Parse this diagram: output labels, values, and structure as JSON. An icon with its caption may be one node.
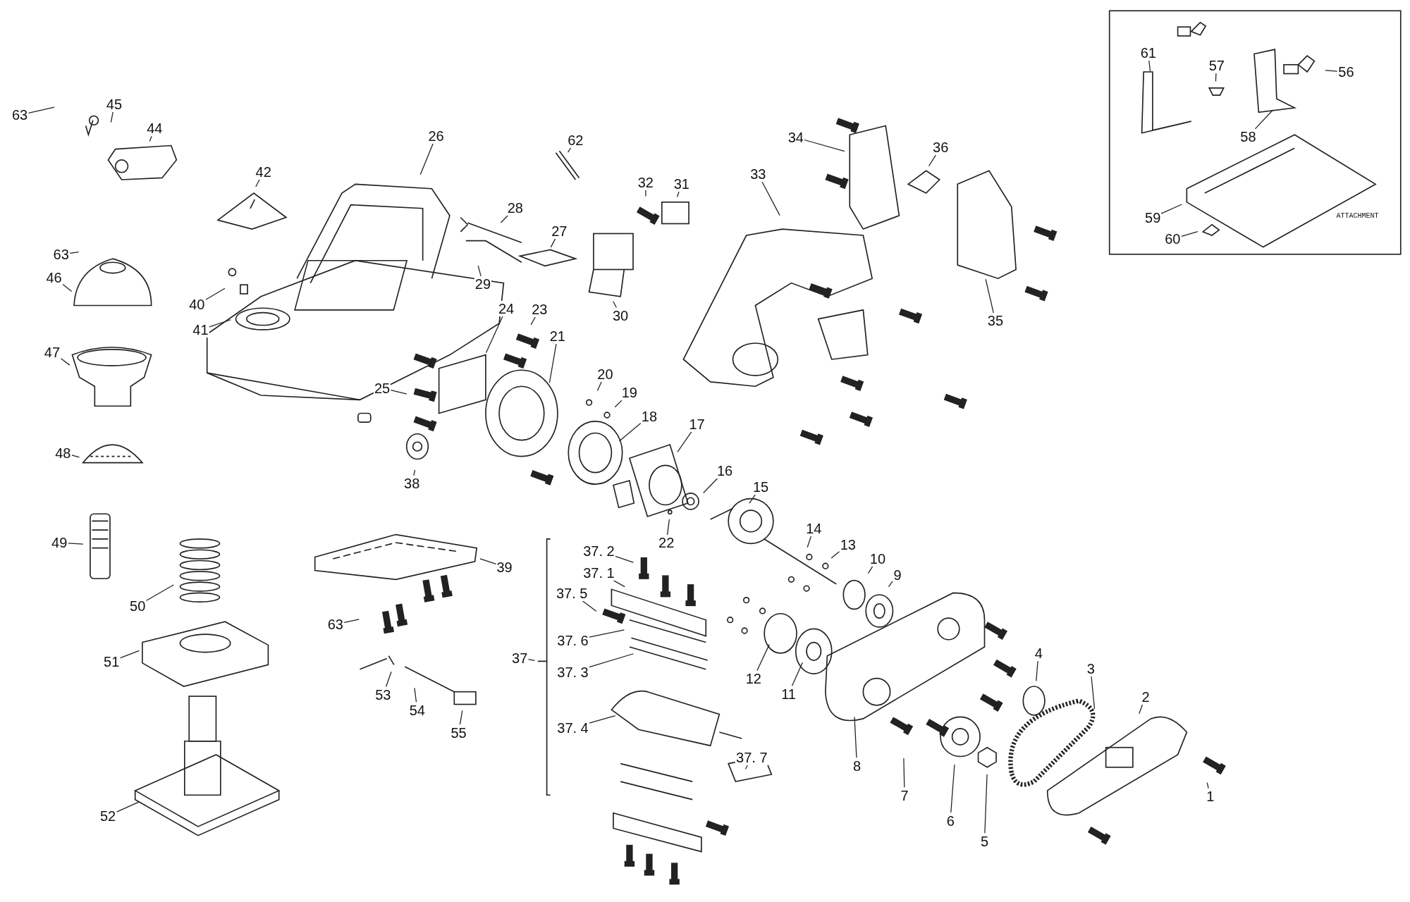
{
  "diagram": {
    "nodes": [
      {
        "text": [
          "63"
        ]
      },
      {
        "text": [
          "45"
        ]
      },
      {
        "text": [
          "44"
        ]
      },
      {
        "text": [
          "62"
        ]
      },
      {
        "text": [
          "26"
        ]
      },
      {
        "text": [
          "34"
        ]
      },
      {
        "text": [
          "36"
        ]
      },
      {
        "text": [
          "33"
        ]
      },
      {
        "text": [
          "42"
        ]
      },
      {
        "text": [
          "32"
        ]
      },
      {
        "text": [
          "31"
        ]
      },
      {
        "text": [
          "28"
        ]
      },
      {
        "text": [
          "27"
        ]
      },
      {
        "text": [
          "63"
        ]
      },
      {
        "text": [
          "46"
        ]
      },
      {
        "text": [
          "29"
        ]
      },
      {
        "text": [
          "40"
        ]
      },
      {
        "text": [
          "24"
        ]
      },
      {
        "text": [
          "23"
        ]
      },
      {
        "text": [
          "30"
        ]
      },
      {
        "text": [
          "35"
        ]
      },
      {
        "text": [
          "41"
        ]
      },
      {
        "text": [
          "21"
        ]
      },
      {
        "text": [
          "47"
        ]
      },
      {
        "text": [
          "20"
        ]
      },
      {
        "text": [
          "25"
        ]
      },
      {
        "text": [
          "19"
        ]
      },
      {
        "text": [
          "18"
        ]
      },
      {
        "text": [
          "17"
        ]
      },
      {
        "text": [
          "48"
        ]
      },
      {
        "text": [
          "16"
        ]
      },
      {
        "text": [
          "38"
        ]
      },
      {
        "text": [
          "15"
        ]
      },
      {
        "text": [
          "14"
        ]
      },
      {
        "text": [
          "49"
        ]
      },
      {
        "text": [
          "22"
        ]
      },
      {
        "text": [
          "13"
        ]
      },
      {
        "text": [
          "37. 2"
        ]
      },
      {
        "text": [
          "10"
        ]
      },
      {
        "text": [
          "39"
        ]
      },
      {
        "text": [
          "37. 1"
        ]
      },
      {
        "text": [
          "9"
        ]
      },
      {
        "text": [
          "37. 5"
        ]
      },
      {
        "text": [
          "50"
        ]
      },
      {
        "text": [
          "63"
        ]
      },
      {
        "text": [
          "37. 6"
        ]
      },
      {
        "text": [
          "4"
        ]
      },
      {
        "text": [
          "37"
        ]
      },
      {
        "text": [
          "51"
        ]
      },
      {
        "text": [
          "3"
        ]
      },
      {
        "text": [
          "37. 3"
        ]
      },
      {
        "text": [
          "12"
        ]
      },
      {
        "text": [
          "11"
        ]
      },
      {
        "text": [
          "53"
        ]
      },
      {
        "text": [
          "2"
        ]
      },
      {
        "text": [
          "54"
        ]
      },
      {
        "text": [
          "37. 4"
        ]
      },
      {
        "text": [
          "55"
        ]
      },
      {
        "text": [
          "37. 7"
        ]
      },
      {
        "text": [
          "8"
        ]
      },
      {
        "text": [
          "7"
        ]
      },
      {
        "text": [
          "1"
        ]
      },
      {
        "text": [
          "52"
        ]
      },
      {
        "text": [
          "6"
        ]
      },
      {
        "text": [
          "5"
        ]
      },
      {
        "text": [
          "61"
        ]
      },
      {
        "text": [
          "57"
        ]
      },
      {
        "text": [
          "56"
        ]
      },
      {
        "text": [
          "58"
        ]
      },
      {
        "text": [
          "59"
        ]
      },
      {
        "text": [
          "60"
        ]
      }
    ],
    "edges": [
      {
        "from": 0,
        "to": null,
        "arrow": "none"
      },
      {
        "from": 1,
        "to": null,
        "arrow": "none"
      },
      {
        "from": 2,
        "to": null,
        "arrow": "none"
      },
      {
        "from": 3,
        "to": null,
        "arrow": "none"
      },
      {
        "from": 4,
        "to": null,
        "arrow": "none"
      },
      {
        "from": 5,
        "to": null,
        "arrow": "none"
      },
      {
        "from": 6,
        "to": null,
        "arrow": "none"
      },
      {
        "from": 7,
        "to": null,
        "arrow": "none"
      },
      {
        "from": 8,
        "to": null,
        "arrow": "none"
      },
      {
        "from": 9,
        "to": null,
        "arrow": "none"
      },
      {
        "from": 10,
        "to": null,
        "arrow": "none"
      },
      {
        "from": 11,
        "to": null,
        "arrow": "none"
      },
      {
        "from": 12,
        "to": null,
        "arrow": "none"
      },
      {
        "from": 13,
        "to": null,
        "arrow": "none"
      },
      {
        "from": 14,
        "to": null,
        "arrow": "none"
      },
      {
        "from": 15,
        "to": null,
        "arrow": "none"
      },
      {
        "from": 16,
        "to": null,
        "arrow": "none"
      },
      {
        "from": 17,
        "to": null,
        "arrow": "none"
      },
      {
        "from": 18,
        "to": null,
        "arrow": "none"
      },
      {
        "from": 19,
        "to": null,
        "arrow": "none"
      },
      {
        "from": 20,
        "to": null,
        "arrow": "none"
      },
      {
        "from": 21,
        "to": null,
        "arrow": "none"
      },
      {
        "from": 22,
        "to": null,
        "arrow": "none"
      },
      {
        "from": 23,
        "to": null,
        "arrow": "none"
      },
      {
        "from": 24,
        "to": null,
        "arrow": "none"
      },
      {
        "from": 25,
        "to": null,
        "arrow": "none"
      },
      {
        "from": 26,
        "to": null,
        "arrow": "none"
      },
      {
        "from": 27,
        "to": null,
        "arrow": "none"
      },
      {
        "from": 28,
        "to": null,
        "arrow": "none"
      },
      {
        "from": 29,
        "to": null,
        "arrow": "none"
      },
      {
        "from": 30,
        "to": null,
        "arrow": "none"
      },
      {
        "from": 31,
        "to": null,
        "arrow": "none"
      },
      {
        "from": 32,
        "to": null,
        "arrow": "none"
      },
      {
        "from": 33,
        "to": null,
        "arrow": "none"
      },
      {
        "from": 34,
        "to": null,
        "arrow": "none"
      },
      {
        "from": 35,
        "to": null,
        "arrow": "none"
      },
      {
        "from": 36,
        "to": null,
        "arrow": "none"
      },
      {
        "from": 37,
        "to": null,
        "arrow": "none"
      },
      {
        "from": 38,
        "to": null,
        "arrow": "none"
      },
      {
        "from": 39,
        "to": null,
        "arrow": "none"
      },
      {
        "from": 40,
        "to": null,
        "arrow": "none"
      },
      {
        "from": 41,
        "to": null,
        "arrow": "none"
      },
      {
        "from": 42,
        "to": null,
        "arrow": "none"
      },
      {
        "from": 43,
        "to": null,
        "arrow": "none"
      },
      {
        "from": 44,
        "to": null,
        "arrow": "none"
      },
      {
        "from": 45,
        "to": null,
        "arrow": "none"
      },
      {
        "from": 46,
        "to": null,
        "arrow": "none"
      },
      {
        "from": 47,
        "to": null,
        "arrow": "none"
      },
      {
        "from": 48,
        "to": null,
        "arrow": "none"
      },
      {
        "from": 49,
        "to": null,
        "arrow": "none"
      },
      {
        "from": 50,
        "to": null,
        "arrow": "none"
      },
      {
        "from": 51,
        "to": null,
        "arrow": "none"
      },
      {
        "from": 52,
        "to": null,
        "arrow": "none"
      },
      {
        "from": 53,
        "to": null,
        "arrow": "none"
      },
      {
        "from": 54,
        "to": null,
        "arrow": "none"
      },
      {
        "from": 55,
        "to": null,
        "arrow": "none"
      },
      {
        "from": 56,
        "to": null,
        "arrow": "none"
      },
      {
        "from": 57,
        "to": null,
        "arrow": "none"
      },
      {
        "from": 58,
        "to": null,
        "arrow": "none"
      },
      {
        "from": 59,
        "to": null,
        "arrow": "none"
      },
      {
        "from": 60,
        "to": null,
        "arrow": "none"
      },
      {
        "from": 61,
        "to": null,
        "arrow": "none"
      },
      {
        "from": 62,
        "to": null,
        "arrow": "none"
      },
      {
        "from": 63,
        "to": null,
        "arrow": "none"
      },
      {
        "from": 64,
        "to": null,
        "arrow": "none"
      },
      {
        "from": 65,
        "to": null,
        "arrow": "none"
      },
      {
        "from": 66,
        "to": null,
        "arrow": "none"
      },
      {
        "from": 67,
        "to": null,
        "arrow": "none"
      },
      {
        "from": 68,
        "to": null,
        "arrow": "none"
      },
      {
        "from": 69,
        "to": null,
        "arrow": "none"
      },
      {
        "from": 70,
        "to": null,
        "arrow": "none"
      }
    ],
    "labels": [
      "ATTACHMENT"
    ]
  }
}
